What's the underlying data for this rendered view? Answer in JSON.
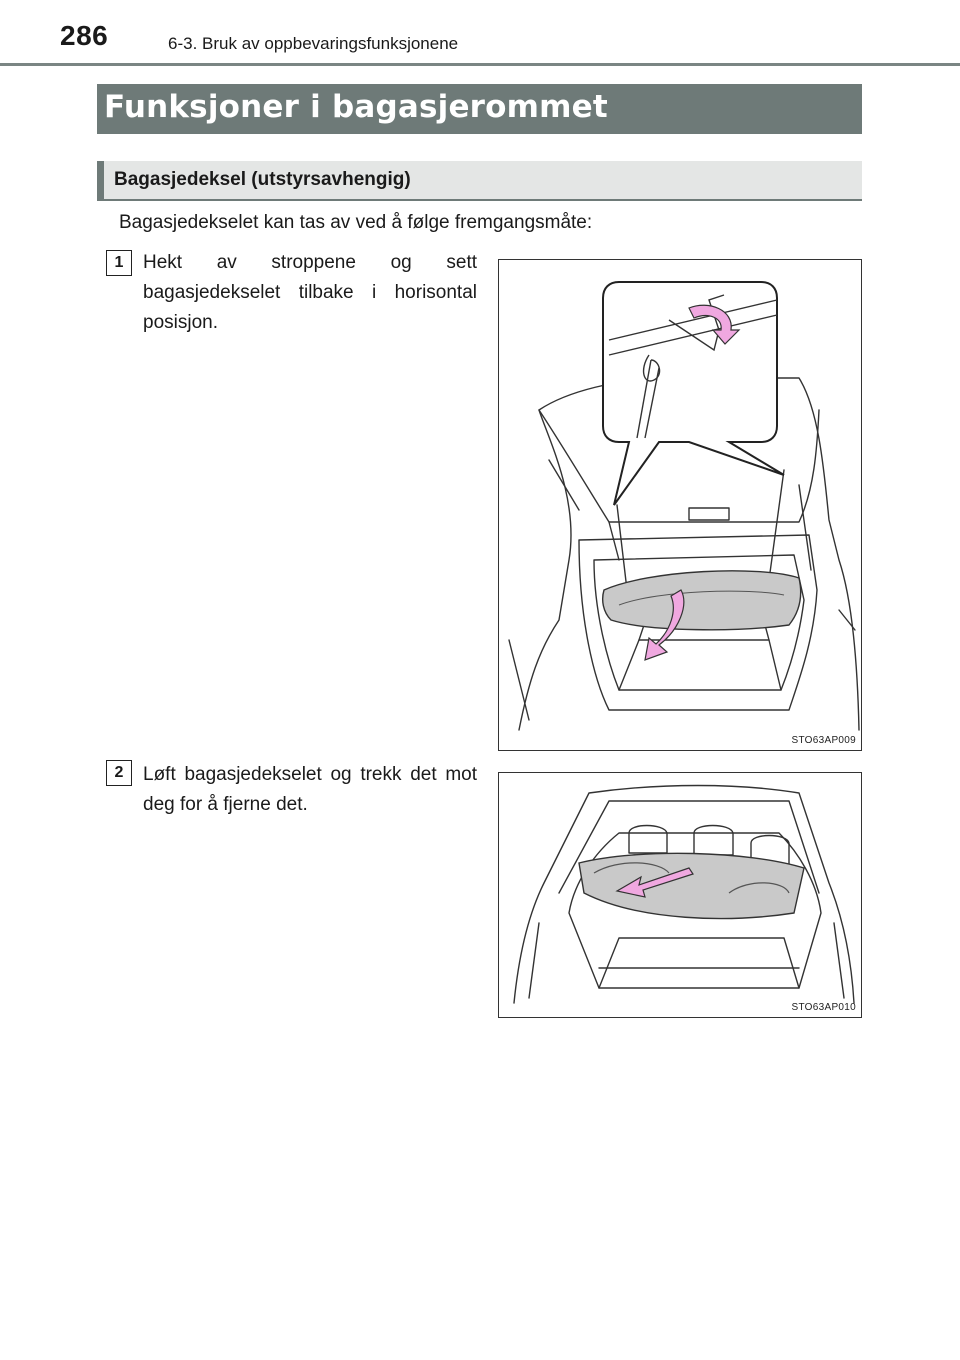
{
  "header": {
    "page_number": "286",
    "chapter": "6-3. Bruk av oppbevaringsfunksjonene"
  },
  "section": {
    "title": "Funksjoner i bagasjerommet"
  },
  "subsection": {
    "title": "Bagasjedeksel (utstyrsavhengig)",
    "intro": "Bagasjedekselet kan tas av ved å følge fremgangsmåte:"
  },
  "steps": [
    {
      "number": "1",
      "text": "Hekt av stroppene og sett bagasjedekselet tilbake i hori­sontal posisjon.",
      "figure": {
        "code": "STO63AP009",
        "illustration": "tonneau-cover-strap-icon"
      }
    },
    {
      "number": "2",
      "text": "Løft bagasjedekselet og trekk det mot deg for å fjerne det.",
      "figure": {
        "code": "STO63AP010",
        "illustration": "tonneau-cover-removal-icon"
      }
    }
  ],
  "colors": {
    "title_bar": "#6e7a78",
    "subheading_bar": "#e4e6e5",
    "arrow_pink": "#f0a8e0"
  }
}
